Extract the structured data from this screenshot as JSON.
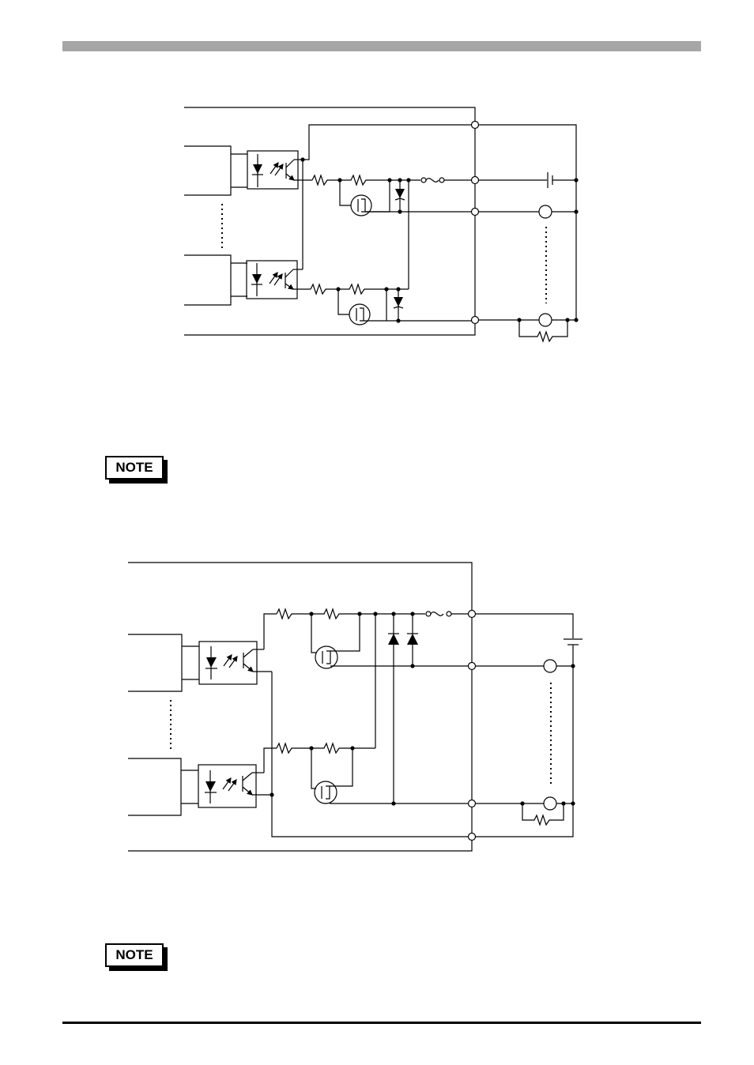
{
  "header": {
    "bar_color": "#a6a6a6"
  },
  "notes": [
    {
      "label": "NOTE"
    },
    {
      "label": "NOTE"
    }
  ],
  "diagrams": [
    {
      "name": "sink-output-circuit"
    },
    {
      "name": "source-output-circuit"
    }
  ],
  "footer": {
    "rule_color": "#000000"
  }
}
